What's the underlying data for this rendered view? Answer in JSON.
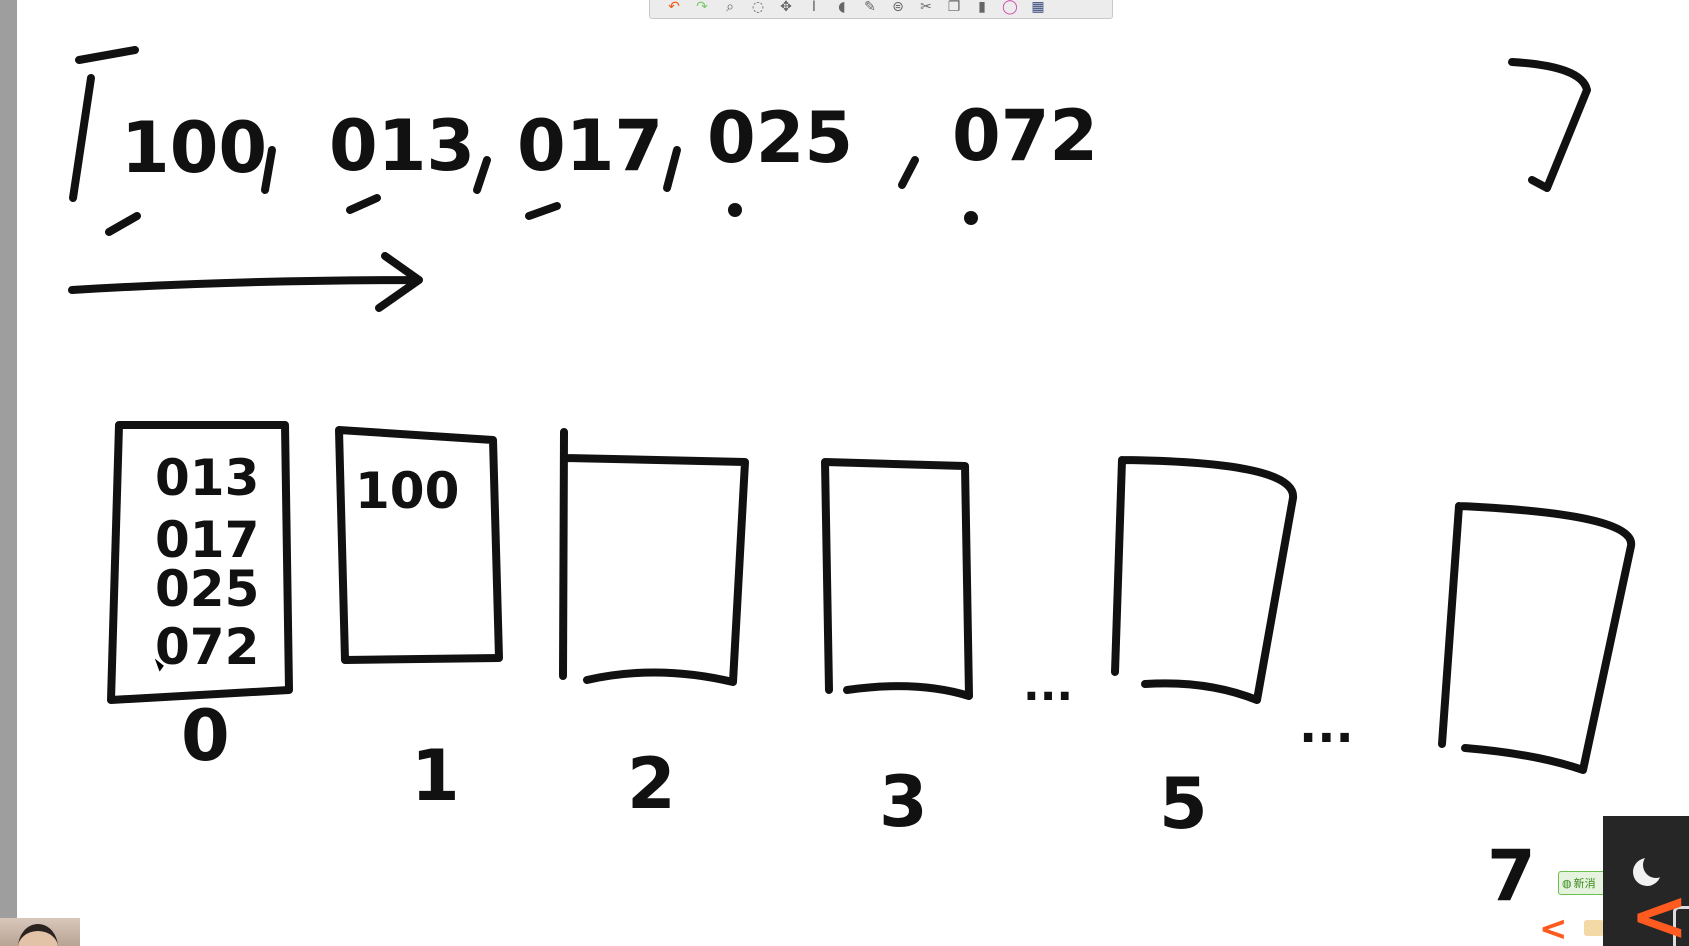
{
  "toolbar": {
    "tools": [
      {
        "icon": "undo-icon",
        "glyph": "↶",
        "color": "#f05a1a"
      },
      {
        "icon": "redo-icon",
        "glyph": "↷",
        "color": "#7ac96a"
      },
      {
        "icon": "zoom-icon",
        "glyph": "⌕",
        "color": "#666666"
      },
      {
        "icon": "lasso-icon",
        "glyph": "◌",
        "color": "#666666"
      },
      {
        "icon": "move-icon",
        "glyph": "✥",
        "color": "#666666"
      },
      {
        "icon": "text-icon",
        "glyph": "I",
        "color": "#666666"
      },
      {
        "icon": "eraser-icon",
        "glyph": "◖",
        "color": "#666666"
      },
      {
        "icon": "pen-icon",
        "glyph": "✎",
        "color": "#666666"
      },
      {
        "icon": "stamp-icon",
        "glyph": "⊜",
        "color": "#666666"
      },
      {
        "icon": "scissors-icon",
        "glyph": "✂",
        "color": "#666666"
      },
      {
        "icon": "copy-icon",
        "glyph": "❐",
        "color": "#666666"
      },
      {
        "icon": "pen-width-icon",
        "glyph": "▮",
        "color": "#666666"
      },
      {
        "icon": "color-wheel-icon",
        "glyph": "◯",
        "color": "#d04ab0"
      },
      {
        "icon": "grid-icon",
        "glyph": "▦",
        "color": "#3a4a7a"
      }
    ]
  },
  "whiteboard": {
    "array_items": [
      "100",
      "013",
      "017",
      "025",
      "072"
    ],
    "buckets": [
      {
        "label": "0",
        "contents": [
          "013",
          "017",
          "025",
          "072"
        ]
      },
      {
        "label": "1",
        "contents": [
          "100"
        ]
      },
      {
        "label": "2",
        "contents": []
      },
      {
        "label": "3",
        "contents": []
      },
      {
        "label": "5",
        "contents": []
      },
      {
        "label": "7",
        "contents": []
      }
    ],
    "ellipsis": "..."
  },
  "notification": {
    "text": "新消"
  },
  "colors": {
    "ink": "#111111",
    "accent": "#ff5a1f",
    "sidebar": "#9e9e9e",
    "panel": "#262626"
  }
}
